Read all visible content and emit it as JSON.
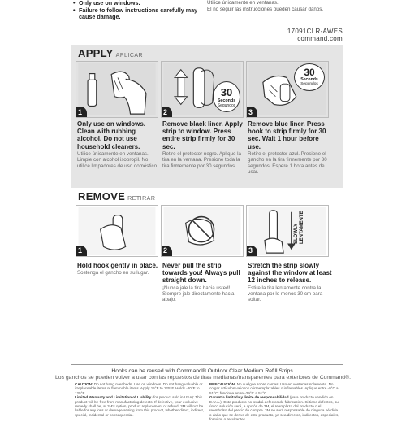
{
  "top": {
    "bullets": [
      "Only use on windows.",
      "Failure to follow instructions carefully may cause damage."
    ],
    "spanish_lines": [
      "Utilice únicamente en ventanas.",
      "El no seguir las instrucciones pueden causar daños."
    ],
    "code": "17091CLR-AWES",
    "site": "command.com"
  },
  "apply": {
    "title": "APPLY",
    "subtitle": "APLICAR",
    "steps": [
      {
        "num": "1",
        "en": "Only use on windows. Clean with rubbing alcohol. Do not use household cleaners.",
        "es": "Utilice únicamente en ventanas. Limpie con alcohol isopropil. No utilice limpadores de uso doméstico."
      },
      {
        "num": "2",
        "en": "Remove black liner. Apply strip to window. Press entire strip firmly for 30 sec.",
        "es": "Retire el protector negro. Aplique la tira en la ventana. Presione toda la tira firmemente por 30 segundos."
      },
      {
        "num": "3",
        "en": "Remove blue liner. Press hook to strip firmly for 30 sec. Wait 1 hour before use.",
        "es": "Retire el protector azul. Presione el gancho en la tira firmemente por 30 segundos. Espere 1 hora antes de usar."
      }
    ],
    "timer": {
      "value": "30",
      "unit": "Seconds",
      "unit_es": "Segundos"
    }
  },
  "remove": {
    "title": "REMOVE",
    "subtitle": "RETIRAR",
    "steps": [
      {
        "num": "1",
        "en": "Hold hook gently in place.",
        "es": "Sostenga el gancho en su lugar."
      },
      {
        "num": "2",
        "en": "Never pull the strip towards you! Always pull straight down.",
        "es": "¡Nunca jale la tira hacia usted! Siempre jale directamente hacia abajo."
      },
      {
        "num": "3",
        "en": "Stretch the strip slowly against the window at least 12 inches to release.",
        "es": "Estire la tira lentamente contra la ventana por lo menos 30 cm para soltar."
      }
    ],
    "arrow_label_line1": "SLOWLY",
    "arrow_label_line2": "LENTAMENTE"
  },
  "footer": {
    "en": "Hooks can be reused with Command® Outdoor Clear Medium Refill Strips.",
    "es": "Los ganchos se pueden volver a usar con las repuestos de tiras medianas/transparentes para exteriores de Command®.",
    "caution_title": "CAUTION:",
    "caution": "Do not hang over beds. Use on windows. Do not hang valuable or irreplaceable items or flammable items. Apply 15°F to 125°F. Holds -20°F to 125°F.",
    "warranty_title": "Limited Warranty and Limitation of Liability",
    "warranty": "(for product sold in USA): This product will be free from manufacturing defects. If defective, your exclusive remedy shall be, at 3M's option, product replacement or refund. 3M will not be liable for any loss or damage arising from this product, whether direct, indirect, special, incidental or consequential.",
    "precaution_title": "PRECAUCIÓN:",
    "precaution": "No cuelgue sobre camas. Uso en ventanas solamente. No colgar artículos valiosos o irreemplazables o inflamables. Aplique entre -9°C a 51°C; funciona entre -29°C a 51°C.",
    "garantia_title": "Garantía limitada y límite de responsabilidad",
    "garantia": "(para producto vendido en E.U.A.): Este producto no tendrá defectos de fabricación. Si tiene defectos, su único solución será, a opción de 3M, el reemplazo del producto o el reembolso del precio de compra. 3M no será responsable de ninguna pérdida o daño que se derive de este producto, ya sea directos, indirectos, especiales, fortuitos o resultantes."
  }
}
